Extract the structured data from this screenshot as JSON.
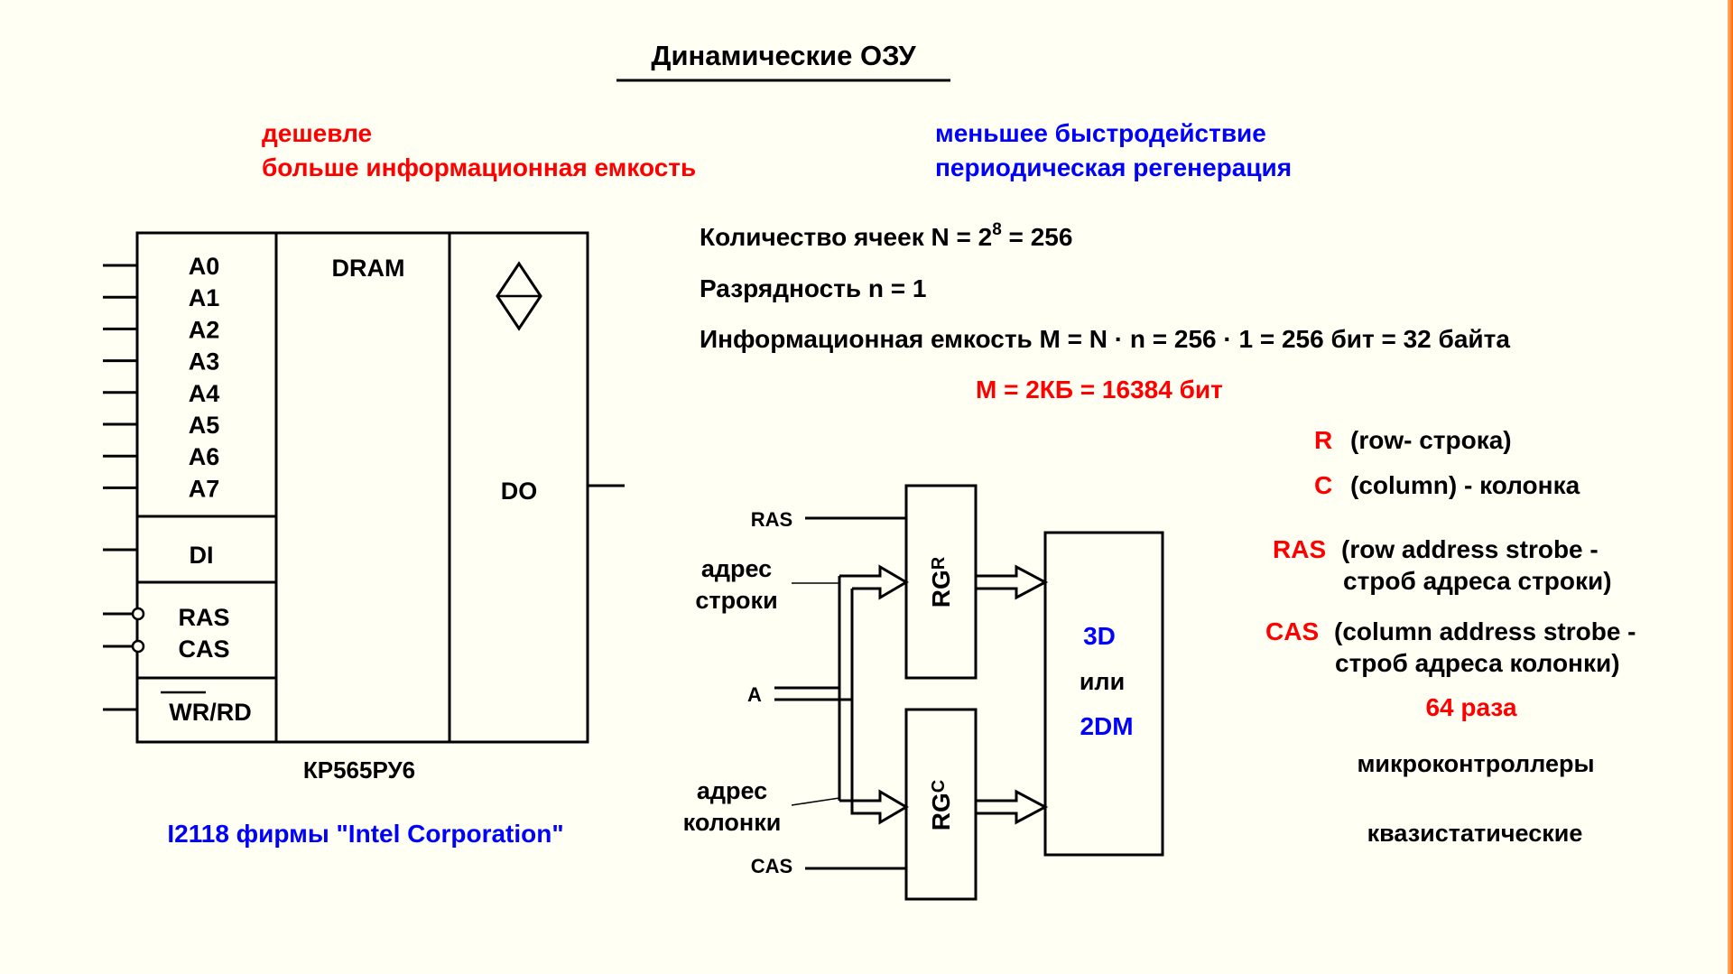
{
  "title": "Динамические ОЗУ",
  "pros": [
    "дешевле",
    "больше информационная емкость"
  ],
  "cons": [
    "меньшее быстродействие",
    "периодическая регенерация"
  ],
  "facts": {
    "cells_prefix": "Количество ячеек N = 2",
    "cells_exp": "8",
    "cells_suffix": " = 256",
    "width": "Разрядность n = 1",
    "capacity": "Информационная емкость M = N · n = 256 · 1 = 256 бит = 32 байта",
    "capacity_red": "M = 2КБ = 16384 бит"
  },
  "chip": {
    "address_pins": [
      "A0",
      "A1",
      "A2",
      "A3",
      "A4",
      "A5",
      "A6",
      "A7"
    ],
    "di": "DI",
    "ras": "RAS",
    "cas": "CAS",
    "wrrd": "WR/RD",
    "core": "DRAM",
    "do": "DO",
    "part": "КР565РУ6",
    "analog": "I2118 фирмы \"Intel Corporation\""
  },
  "scheme": {
    "ras": "RAS",
    "row_addr": [
      "адрес",
      "строки"
    ],
    "a": "A",
    "col_addr": [
      "адрес",
      "колонки"
    ],
    "cas": "CAS",
    "rg_r_main": "RG",
    "rg_r_sub": "R",
    "rg_c_main": "RG",
    "rg_c_sub": "C",
    "mem": [
      "3D",
      "или",
      "2DM"
    ]
  },
  "legend": {
    "r_key": "R",
    "r_text": "(row- строка)",
    "c_key": "C",
    "c_text": "(column) - колонка",
    "ras_key": "RAS",
    "ras_text": [
      "(row address strobe -",
      "строб адреса строки)"
    ],
    "cas_key": "CAS",
    "cas_text": [
      "(column address strobe -",
      "строб адреса колонки)"
    ],
    "times": "64 раза",
    "note1": "микроконтроллеры",
    "note2": "квазистатические"
  },
  "colors": {
    "red": "#ff0000",
    "blue": "#0000ff",
    "ink": "#000000",
    "bg": "#fffff4"
  }
}
